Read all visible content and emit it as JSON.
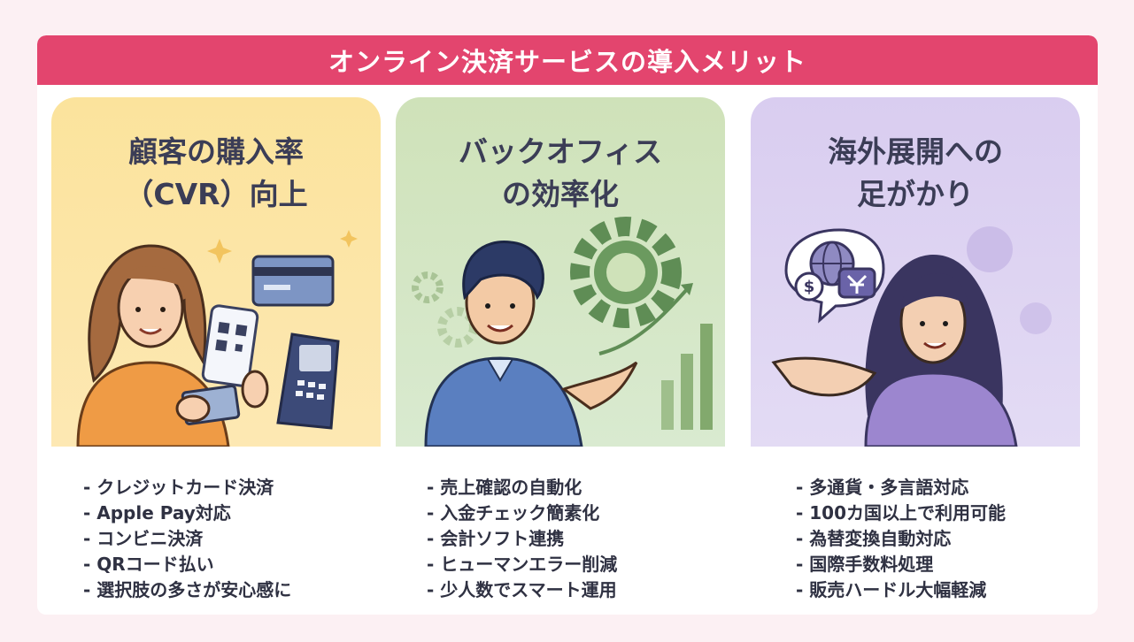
{
  "banner": {
    "title": "オンライン決済サービスの導入メリット"
  },
  "cards": [
    {
      "title_line1": "顧客の購入率",
      "title_line2": "（CVR）向上",
      "items": [
        "- クレジットカード決済",
        "- Apple Pay対応",
        "- コンビニ決済",
        "- QRコード払い",
        "- 選択肢の多さが安心感に"
      ]
    },
    {
      "title_line1": "バックオフィス",
      "title_line2": "の効率化",
      "items": [
        "- 売上確認の自動化",
        "- 入金チェック簡素化",
        "- 会計ソフト連携",
        "- ヒューマンエラー削減",
        "- 少人数でスマート運用"
      ]
    },
    {
      "title_line1": "海外展開への",
      "title_line2": "足がかり",
      "items": [
        "- 多通貨・多言語対応",
        "- 100カ国以上で利用可能",
        "- 為替変換自動対応",
        "- 国際手数料処理",
        "- 販売ハードル大幅軽減"
      ]
    }
  ],
  "colors": {
    "banner": "#e3456e",
    "card1": "#fbe39c",
    "card2": "#cfe2b9",
    "card3": "#d9cdf0",
    "text": "#2f3142"
  },
  "icons": {
    "card1": [
      "woman-illustration",
      "smartphone-qr-icon",
      "credit-card-icon",
      "payment-terminal-icon"
    ],
    "card2": [
      "man-illustration",
      "gear-icon",
      "growth-chart-icon"
    ],
    "card3": [
      "woman-illustration",
      "globe-icon",
      "dollar-coin-icon",
      "yuan-icon"
    ]
  }
}
